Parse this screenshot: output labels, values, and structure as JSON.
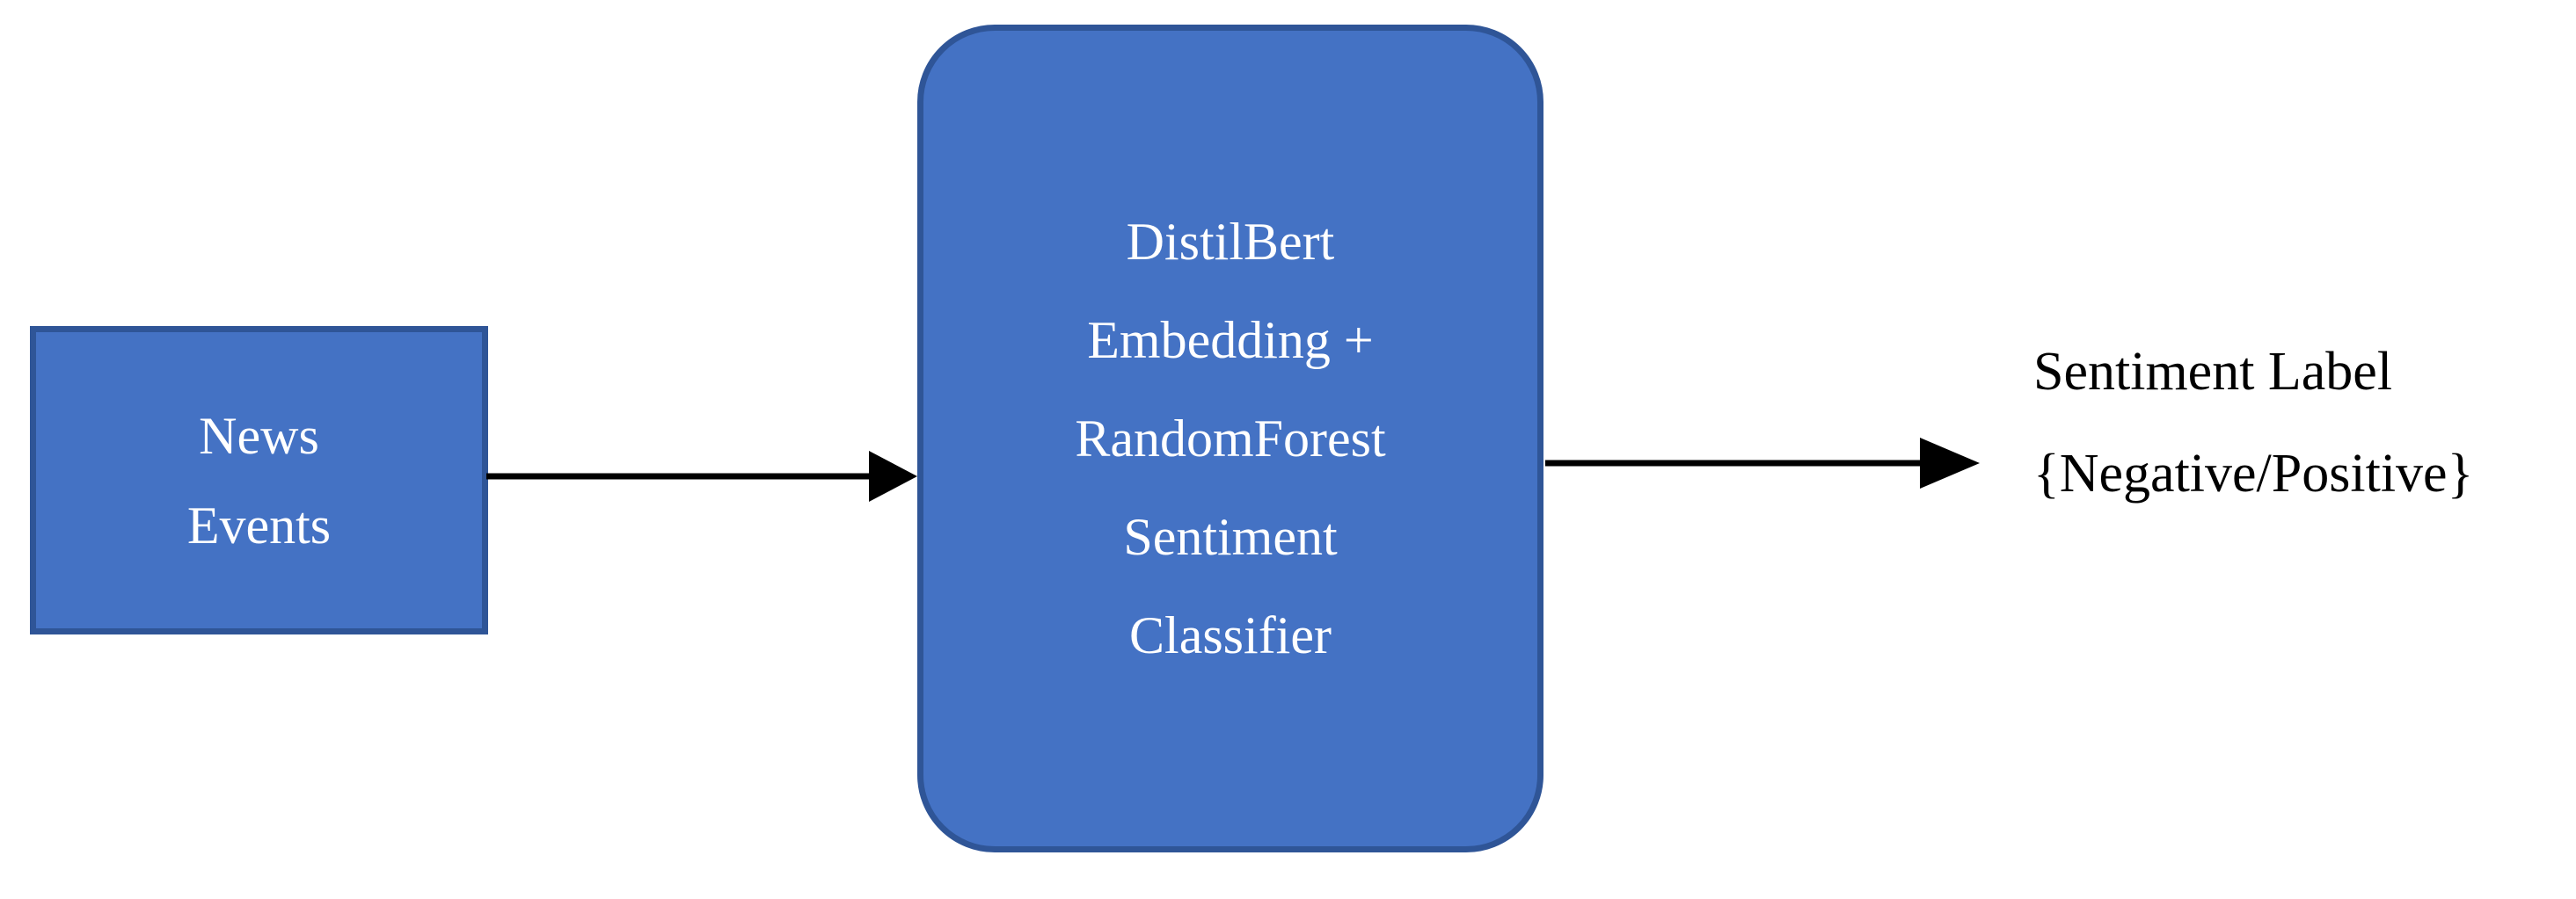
{
  "diagram": {
    "title": "DistilBert Embedding + RandomForest Sentiment Classifier pipeline",
    "colors": {
      "node_fill": "#4472C4",
      "node_border": "#2F5597",
      "node_text": "#FFFFFF",
      "arrow": "#000000",
      "background": "#FFFFFF",
      "output_text": "#000000"
    },
    "nodes": [
      {
        "id": "news-events",
        "shape": "rectangle",
        "lines": [
          "News",
          "Events"
        ]
      },
      {
        "id": "classifier",
        "shape": "rounded-rectangle",
        "lines": [
          "DistilBert",
          "Embedding +",
          "RandomForest",
          "Sentiment",
          "Classifier"
        ]
      }
    ],
    "connectors": [
      {
        "id": "arrow-input",
        "label": "",
        "from": "news-events",
        "to": "classifier",
        "direction": "right"
      },
      {
        "id": "arrow-output",
        "label": "",
        "from": "classifier",
        "to": "sentiment-label-output",
        "direction": "right"
      }
    ],
    "output": {
      "id": "sentiment-label-output",
      "line_1": "Sentiment Label",
      "line_2": "{Negative/Positive}"
    }
  }
}
